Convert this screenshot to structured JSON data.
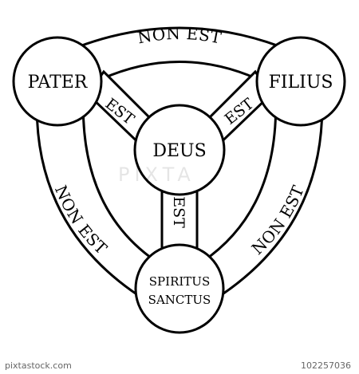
{
  "nodes": {
    "pater": "PATER",
    "filius": "FILIUS",
    "deus": "DEUS",
    "spiritus_line1": "SPIRITUS",
    "spiritus_line2": "SANCTUS"
  },
  "links": {
    "top": "NON EST",
    "left": "NON EST",
    "right": "NON EST"
  },
  "spokes": {
    "left": "EST",
    "right": "EST",
    "bottom": "EST"
  },
  "watermark": {
    "text": "PIXTA",
    "site": "pixtastock.com",
    "id": "102257036"
  },
  "colors": {
    "stroke": "#000000",
    "fill": "#ffffff"
  }
}
